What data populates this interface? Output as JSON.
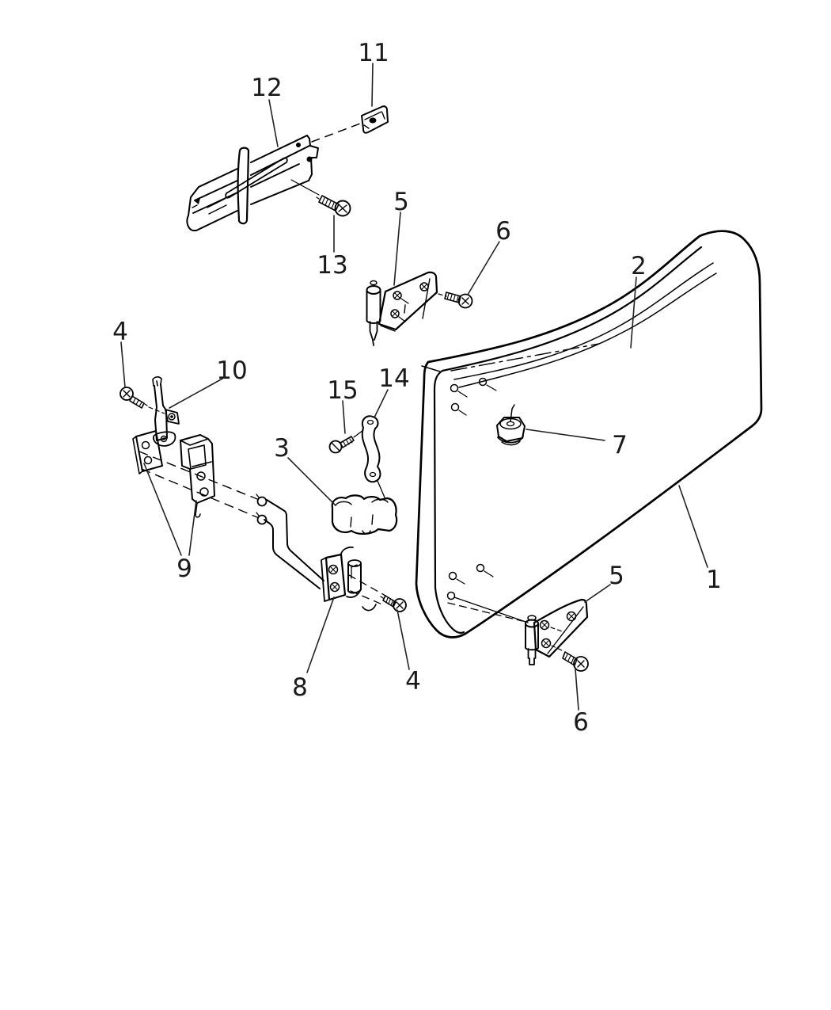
{
  "figure": {
    "background_color": "#ffffff",
    "line_color": "#000000",
    "label_color": "#1a1a1a",
    "type": "exploded-parts-diagram"
  },
  "callouts": [
    {
      "id": "11",
      "label": "11"
    },
    {
      "id": "12",
      "label": "12"
    },
    {
      "id": "13",
      "label": "13"
    },
    {
      "id": "5-upper",
      "label": "5"
    },
    {
      "id": "6-upper",
      "label": "6"
    },
    {
      "id": "2",
      "label": "2"
    },
    {
      "id": "4-upper",
      "label": "4"
    },
    {
      "id": "10",
      "label": "10"
    },
    {
      "id": "15",
      "label": "15"
    },
    {
      "id": "14",
      "label": "14"
    },
    {
      "id": "7",
      "label": "7"
    },
    {
      "id": "3",
      "label": "3"
    },
    {
      "id": "9",
      "label": "9"
    },
    {
      "id": "1",
      "label": "1"
    },
    {
      "id": "5-lower",
      "label": "5"
    },
    {
      "id": "8",
      "label": "8"
    },
    {
      "id": "4-lower",
      "label": "4"
    },
    {
      "id": "6-lower",
      "label": "6"
    }
  ]
}
